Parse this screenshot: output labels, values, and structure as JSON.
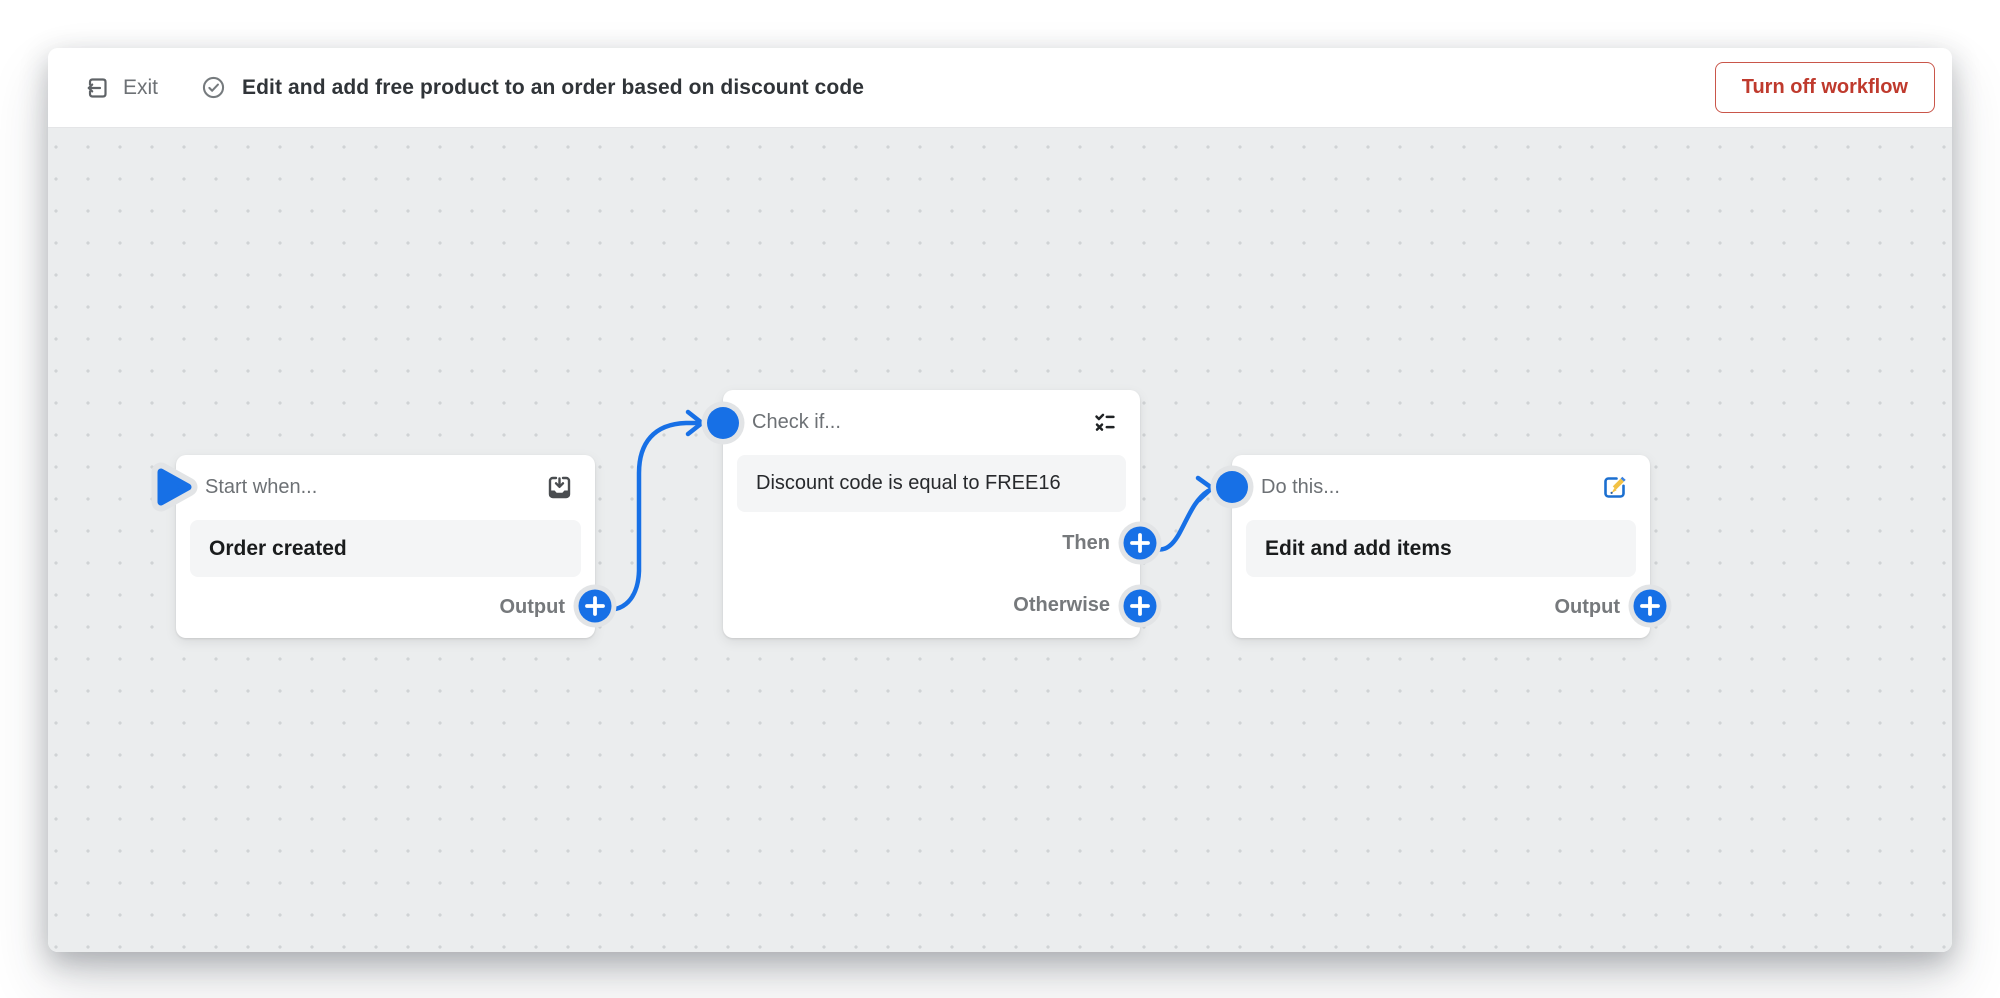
{
  "colors": {
    "accent": "#1770e6",
    "critical": "#bf3a2d",
    "canvas-bg": "#ebedee",
    "canvas-dot": "#d0d3d5",
    "text-dark": "#1a1c1d",
    "text-gray": "#6d7175"
  },
  "header": {
    "exit_icon": "exit-icon",
    "exit_label": "Exit",
    "status_icon": "check-circle-icon",
    "title": "Edit and add free product to an order based on discount code",
    "turn_off_button": "Turn off workflow"
  },
  "workflow": {
    "trigger": {
      "header": "Start when...",
      "icon": "inbox-import-icon",
      "body": "Order created",
      "output_label": "Output"
    },
    "condition": {
      "header": "Check if...",
      "icon": "checklist-icon",
      "body": "Discount code is equal to FREE16",
      "then_label": "Then",
      "otherwise_label": "Otherwise"
    },
    "action": {
      "header": "Do this...",
      "icon": "edit-order-icon",
      "body": "Edit and add items",
      "output_label": "Output"
    }
  }
}
